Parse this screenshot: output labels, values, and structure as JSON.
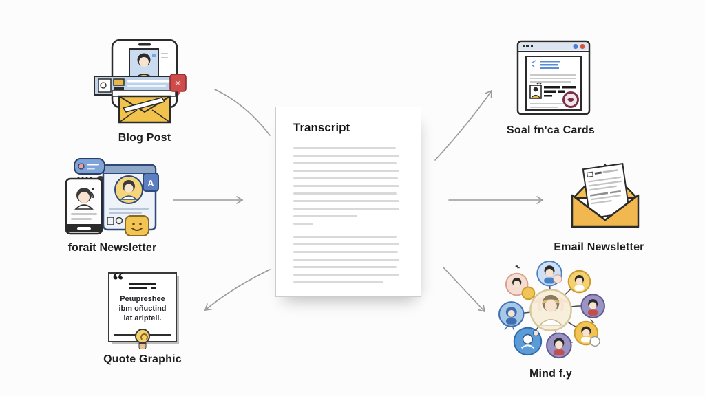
{
  "transcript": {
    "title": "Transcript",
    "line_widths": [
      93,
      96,
      94,
      96,
      95,
      96,
      94,
      96,
      96,
      58,
      18,
      94,
      96,
      95,
      96,
      94,
      96,
      82
    ],
    "para_break_after": [
      10
    ]
  },
  "nodes": {
    "blog_post": {
      "label": "Blog Post"
    },
    "forait_newsletter": {
      "label": "forait Newsletter"
    },
    "quote_graphic": {
      "label": "Quote Graphic",
      "quote_lines": [
        "Peɯpreshee",
        "ibm oñuctind",
        "iat aripteli."
      ]
    },
    "social_cards": {
      "label": "Soal fn'ca Cards"
    },
    "email_newsletter": {
      "label": "Email Newsletter"
    },
    "mind_map": {
      "label": "Mind f.y"
    }
  },
  "colors": {
    "arrow_gray": "#9a9a9a",
    "envelope_yellow": "#f2c34c",
    "banner_blue": "#bdd1e8",
    "badge_red": "#ce4b4b",
    "accent_blue": "#4a7fd4",
    "stamp_maroon": "#7a3048",
    "doc_line_gray": "#d9d9d9"
  }
}
